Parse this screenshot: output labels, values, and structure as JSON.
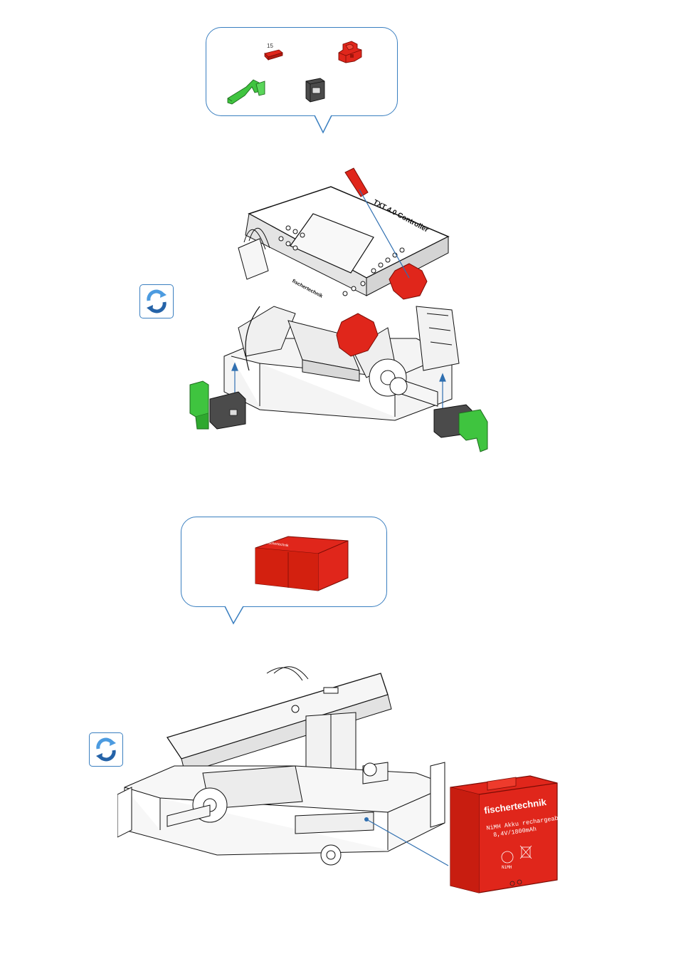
{
  "step1": {
    "parts": {
      "small_part_label": "15"
    },
    "controller": {
      "title": "TXT 4.0 Controller",
      "brand": "fischertechnik"
    }
  },
  "step2": {
    "battery": {
      "brand": "fischertechnik",
      "line1": "NiMH Akku rechargeable",
      "line2": "8,4V/1800mAh",
      "chem": "NiMH"
    }
  },
  "colors": {
    "callout_border": "#3a7fc0",
    "red_part": "#e0261b",
    "green_part": "#3fc43f",
    "dark_part": "#444444",
    "arrow": "#2f6fb0"
  },
  "icons": [
    "rotate-model-icon",
    "rotate-model-icon"
  ]
}
